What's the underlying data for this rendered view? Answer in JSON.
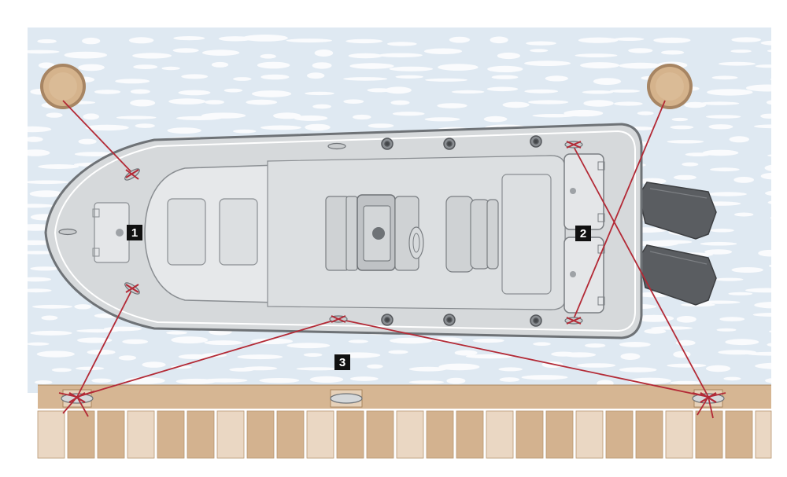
{
  "colors": {
    "water": "#dfe9f2",
    "ripple": "#ffffff",
    "hull": "#d6d9db",
    "hull_outline": "#6e7276",
    "deck": "#e6e8ea",
    "motor": "#55585c",
    "dock_top": "#d6b693",
    "plank_light": "#ead7c3",
    "plank_dark": "#d3b28f",
    "piling": "#c8a57e",
    "mooring_line": "#b32a36",
    "callout_bg": "#111111",
    "callout_text": "#ffffff"
  },
  "callouts": [
    {
      "id": "1",
      "label": "1"
    },
    {
      "id": "2",
      "label": "2"
    },
    {
      "id": "3",
      "label": "3"
    }
  ],
  "icons": [
    "piling-icon",
    "cleat-icon",
    "outboard-motor-icon",
    "dock-cleat-icon"
  ]
}
